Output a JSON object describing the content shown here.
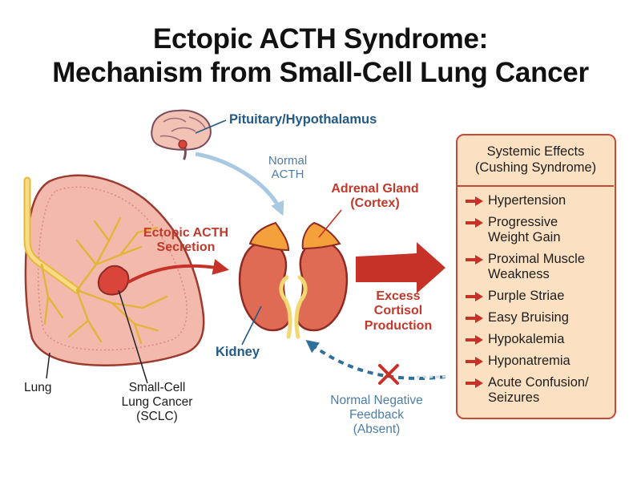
{
  "title": {
    "line1": "Ectopic ACTH Syndrome:",
    "line2": "Mechanism from Small-Cell Lung Cancer"
  },
  "labels": {
    "pituitary": "Pituitary/Hypothalamus",
    "normal_acth_1": "Normal",
    "normal_acth_2": "ACTH",
    "adrenal_1": "Adrenal Gland",
    "adrenal_2": "(Cortex)",
    "ectopic_1": "Ectopic ACTH",
    "ectopic_2": "Secretion",
    "excess_1": "Excess",
    "excess_2": "Cortisol",
    "excess_3": "Production",
    "kidney": "Kidney",
    "lung": "Lung",
    "sclc_1": "Small-Cell",
    "sclc_2": "Lung Cancer",
    "sclc_3": "(SCLC)",
    "feedback_1": "Normal Negative",
    "feedback_2": "Feedback",
    "feedback_3": "(Absent)"
  },
  "effects": {
    "title_1": "Systemic Effects",
    "title_2": "(Cushing Syndrome)",
    "items": [
      {
        "line1": "Hypertension",
        "line2": ""
      },
      {
        "line1": "Progressive",
        "line2": "Weight Gain"
      },
      {
        "line1": "Proximal Muscle",
        "line2": "Weakness"
      },
      {
        "line1": "Purple Striae",
        "line2": ""
      },
      {
        "line1": "Easy Bruising",
        "line2": ""
      },
      {
        "line1": "Hypokalemia",
        "line2": ""
      },
      {
        "line1": "Hyponatremia",
        "line2": ""
      },
      {
        "line1": "Acute Confusion/",
        "line2": "Seizures"
      }
    ]
  },
  "colors": {
    "red_arrow": "#c73228",
    "blue_arrow": "#2f6f9c",
    "box_fill": "#fbe0c2",
    "box_border": "#c54a3a",
    "lung_fill": "#f3b9ad",
    "kidney_fill": "#e06b55",
    "adrenal_fill": "#f4a13c"
  }
}
